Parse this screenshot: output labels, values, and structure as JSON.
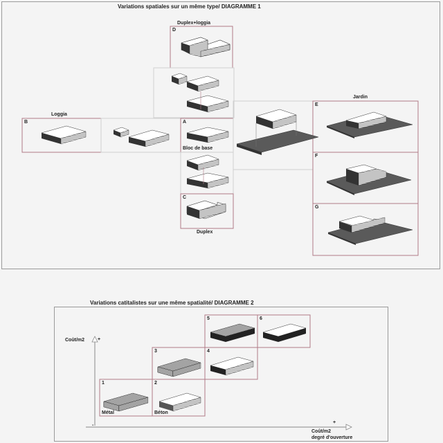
{
  "diagram1": {
    "title": "Variations spatiales sur un même type/ DIAGRAMME 1",
    "cells": {
      "A": {
        "letter": "A",
        "label": "Bloc de base"
      },
      "B": {
        "letter": "B",
        "label": "Loggia"
      },
      "C": {
        "letter": "C",
        "label": "Duplex"
      },
      "D": {
        "letter": "D",
        "label": "Duplex+loggia"
      },
      "E": {
        "letter": "E",
        "label": "Jardin"
      },
      "F": {
        "letter": "F"
      },
      "G": {
        "letter": "G"
      }
    }
  },
  "diagram2": {
    "title": "Variations catitalistes sur une même spatialité/ DIAGRAMME 2",
    "y_axis": {
      "label": "Coût/m2",
      "plus": "+"
    },
    "x_axis": {
      "label_line1": "Coût/m2",
      "label_line2": "degré d'ouverture",
      "plus": "+",
      "minus": "-"
    },
    "cells": [
      {
        "number": "1",
        "label": "Métal"
      },
      {
        "number": "2",
        "label": "Béton"
      },
      {
        "number": "3"
      },
      {
        "number": "4"
      },
      {
        "number": "5"
      },
      {
        "number": "6"
      }
    ]
  }
}
